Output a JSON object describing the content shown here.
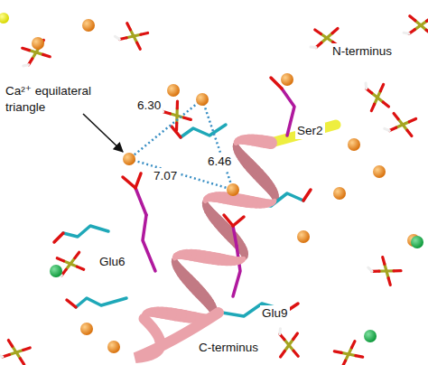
{
  "diagram": {
    "labels": [
      "N-terminus",
      "Ca²⁺ equilateral triangle",
      "6.30",
      "6.46",
      "7.07",
      "Ser2",
      "Glu6",
      "Glu9",
      "C-terminus"
    ]
  }
}
